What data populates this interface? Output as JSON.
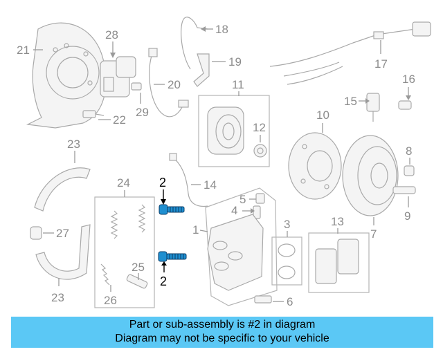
{
  "callouts": {
    "c1": "1",
    "c2a": "2",
    "c2b": "2",
    "c3": "3",
    "c4": "4",
    "c5": "5",
    "c6": "6",
    "c7": "7",
    "c8": "8",
    "c9": "9",
    "c10": "10",
    "c11": "11",
    "c12": "12",
    "c13": "13",
    "c14": "14",
    "c15": "15",
    "c16": "16",
    "c17": "17",
    "c18": "18",
    "c19": "19",
    "c20": "20",
    "c21": "21",
    "c22": "22",
    "c23a": "23",
    "c23b": "23",
    "c24": "24",
    "c25": "25",
    "c26": "26",
    "c27": "27",
    "c28": "28",
    "c29": "29"
  },
  "banner": {
    "line1": "Part or sub-assembly is #2 in diagram",
    "line2": "Diagram may not be specific to your vehicle"
  },
  "colors": {
    "banner_background": "#5bc8f5",
    "highlight_part": "#1f8fd0",
    "part_lines": "#a9a9a9"
  }
}
